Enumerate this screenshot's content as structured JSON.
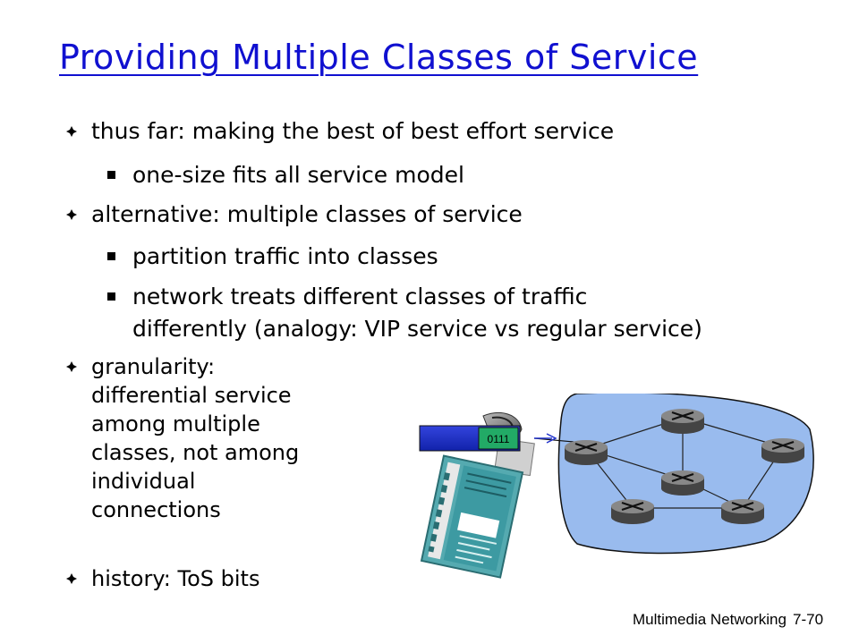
{
  "slide": {
    "title": "Providing Multiple Classes of Service",
    "bullets": [
      "thus far: making the best of best effort service",
      "one-size fits all service model",
      "alternative: multiple classes of service",
      "partition traffic into classes",
      "network treats different classes of traffic",
      "differently (analogy: VIP service vs regular service)"
    ],
    "granularity_lines": [
      "granularity:",
      "differential service",
      "among multiple",
      "classes, not among",
      "individual",
      "connections"
    ],
    "history": "history: ToS bits",
    "packet_bits": "0111",
    "footer_section": "Multimedia Networking",
    "footer_page": "7-70"
  },
  "colors": {
    "title": "#1010d0",
    "network_cloud": "#99bbee",
    "packet": "#2233cc",
    "tos_field": "#22aa66"
  },
  "icons": [
    "diamond-bullet-icon",
    "square-bullet-icon",
    "router-icon",
    "vip-pass-icon"
  ]
}
